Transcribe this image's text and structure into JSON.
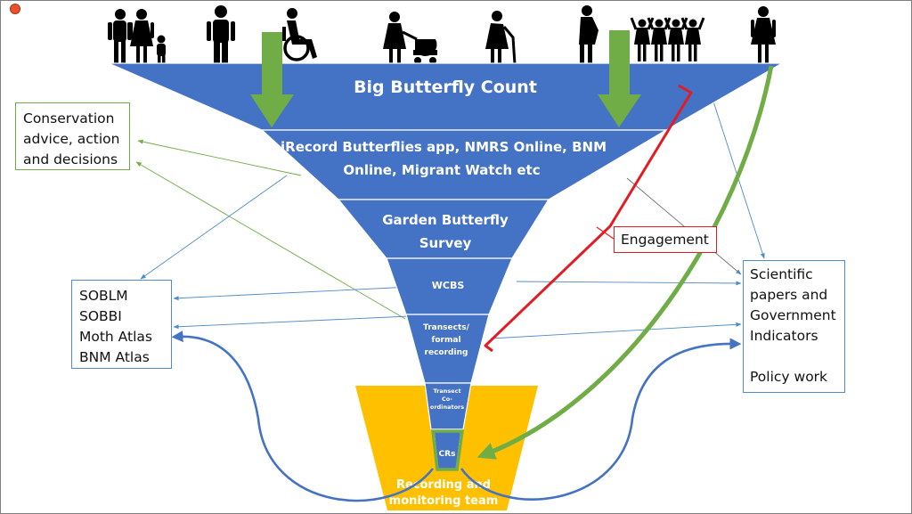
{
  "funnel": {
    "tier1": "Big Butterfly Count",
    "tier2_line1": "iRecord Butterflies app, NMRS Online, BNM",
    "tier2_line2": "Online, Migrant Watch etc",
    "tier3_line1": "Garden Butterfly",
    "tier3_line2": "Survey",
    "tier4": "WCBS",
    "tier5_line1": "Transects/",
    "tier5_line2": "formal",
    "tier5_line3": "recording",
    "tier6_line1": "Transect",
    "tier6_line2": "Co-",
    "tier6_line3": "ordinators",
    "tier7": "CRs"
  },
  "bucket": {
    "line1": "Recording and",
    "line2": "monitoring team"
  },
  "conservation": {
    "line1": "Conservation",
    "line2": "advice, action",
    "line3": "and decisions"
  },
  "atlases": [
    "SOBLM",
    "SOBBI",
    "Moth Atlas",
    "BNM Atlas"
  ],
  "scientific": {
    "line1": "Scientific",
    "line2": "papers and",
    "line3": "Government",
    "line4": "Indicators",
    "line5": "Policy work"
  },
  "engagement": "Engagement",
  "colors": {
    "funnel_blue": "#4472c4",
    "bucket_orange": "#ffc000",
    "green": "#70ad47",
    "red": "#e31b23",
    "thin_blue": "#4f8cc9",
    "curve_blue": "#4472c4"
  },
  "icons": [
    "family-icon",
    "man-icon",
    "wheelchair-user-icon",
    "woman-with-pram-icon",
    "elderly-woman-with-cane-icon",
    "pregnant-woman-icon",
    "children-group-icon",
    "woman-icon"
  ]
}
